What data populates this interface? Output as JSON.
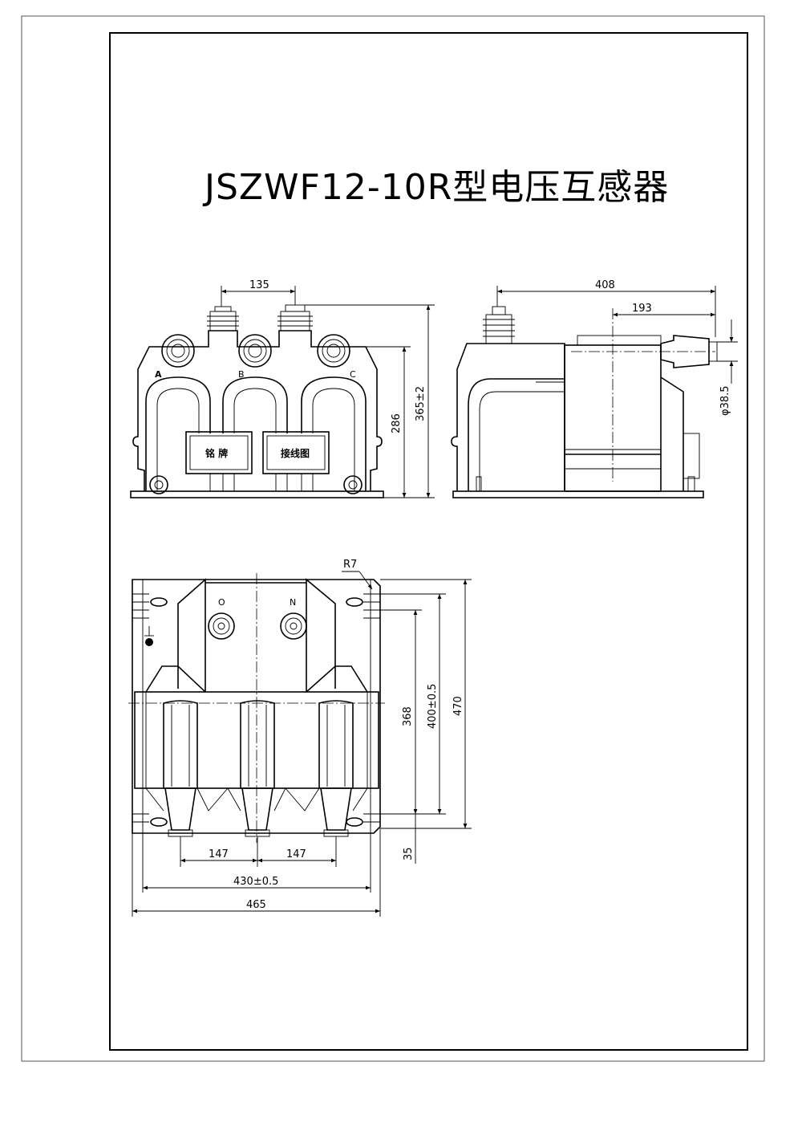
{
  "title": "JSZWF12-10R型电压互感器",
  "phase_labels": [
    "A",
    "B",
    "C"
  ],
  "nameplate_label": "铭 牌",
  "wiring_label": "接线图",
  "bottom_terminals": [
    "O",
    "N"
  ],
  "front_view_dims": {
    "top_spacing": "135",
    "height_mid": "286",
    "height_total": "365±2"
  },
  "side_view_dims": {
    "overall_length": "408",
    "bushing_offset": "193",
    "bushing_dia": "φ38.5"
  },
  "bottom_view_dims": {
    "radius": "R7",
    "h368": "368",
    "h400": "400±0.5",
    "h470": "470",
    "h35": "35",
    "w147_left": "147",
    "w147_right": "147",
    "w430": "430±0.5",
    "w465": "465"
  }
}
